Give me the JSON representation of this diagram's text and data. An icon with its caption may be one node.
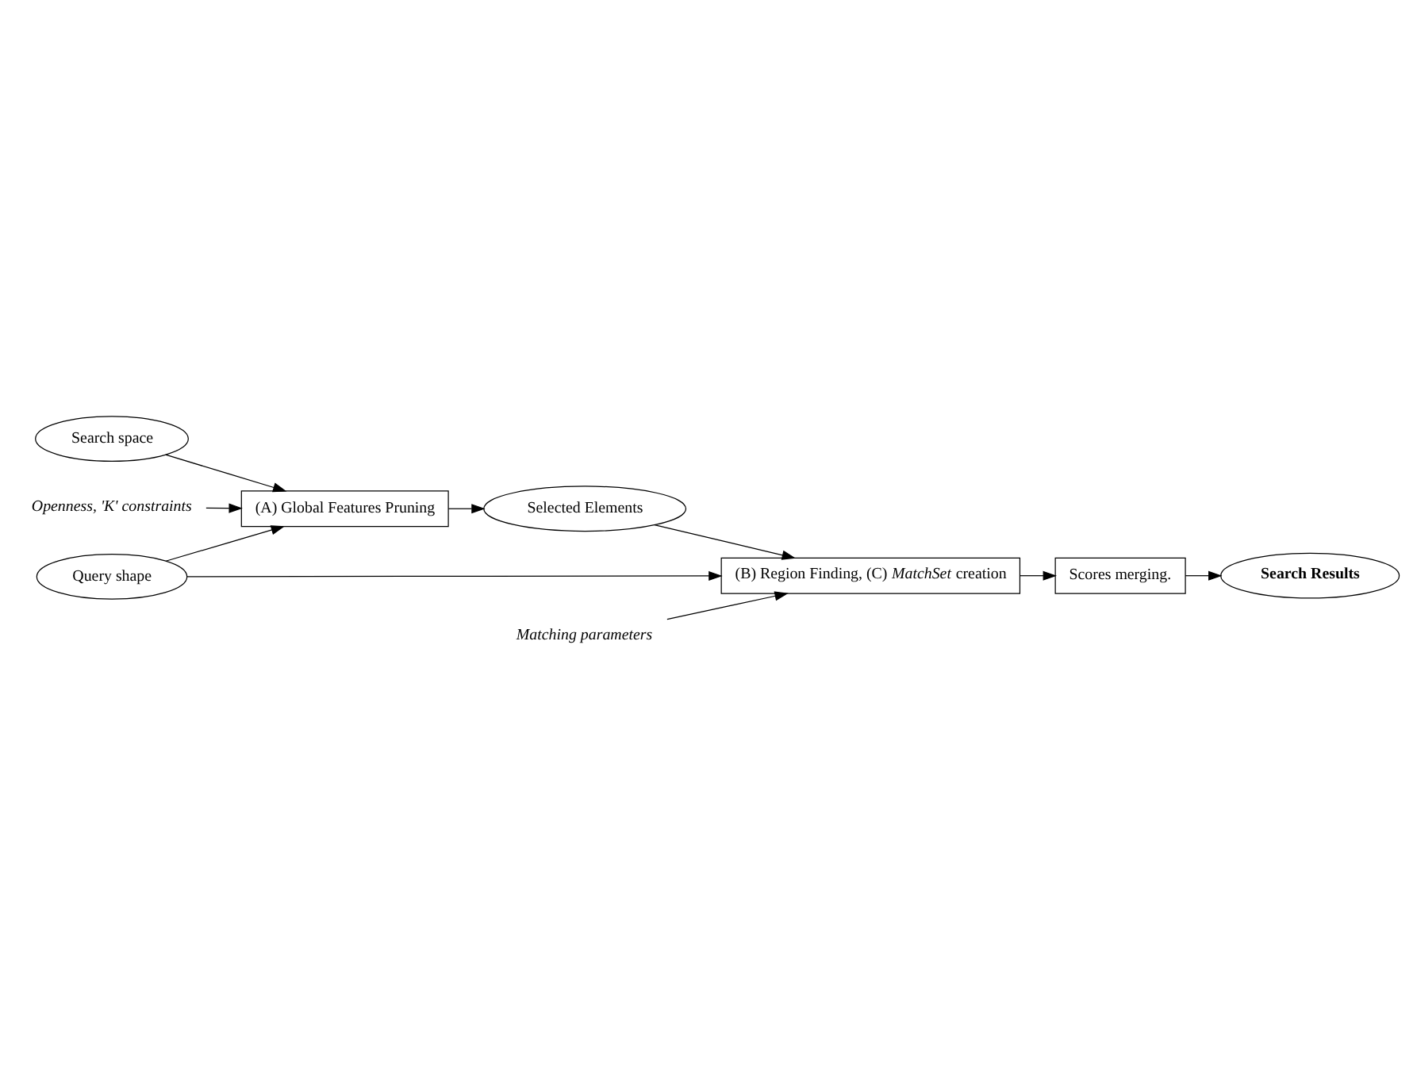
{
  "diagram": {
    "nodes": [
      {
        "text": [
          "Search space"
        ]
      },
      {
        "text": [
          "Query shape"
        ]
      },
      {
        "text": [
          "(A) Global Features Pruning"
        ]
      },
      {
        "text": [
          "Selected Elements"
        ]
      },
      {
        "text": [
          "(B) Region Finding, (C) *MatchSet* creation"
        ]
      },
      {
        "text": [
          "Scores merging."
        ]
      },
      {
        "text": [
          "Search Results"
        ]
      },
      {
        "text": [
          "Openness, 'K' constraints"
        ]
      },
      {
        "text": [
          "Matching parameters"
        ]
      }
    ],
    "edges": [
      {
        "from": 0,
        "to": 2,
        "arrow": "to"
      },
      {
        "from": 1,
        "to": 2,
        "arrow": "to"
      },
      {
        "from": 1,
        "to": 4,
        "arrow": "to"
      },
      {
        "from": 2,
        "to": 3,
        "arrow": "to"
      },
      {
        "from": 3,
        "to": 4,
        "arrow": "to"
      },
      {
        "from": 4,
        "to": 5,
        "arrow": "to"
      },
      {
        "from": 5,
        "to": 6,
        "arrow": "to"
      },
      {
        "from": 7,
        "to": 2,
        "arrow": "to"
      },
      {
        "from": 8,
        "to": 4,
        "arrow": "to"
      }
    ]
  }
}
